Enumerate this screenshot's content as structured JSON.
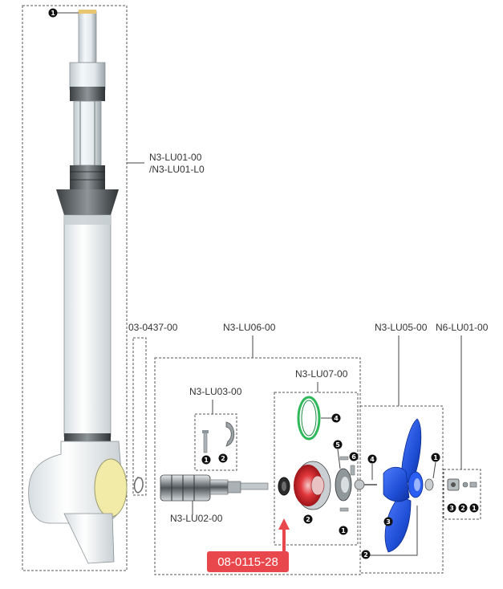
{
  "labels": {
    "lower_unit": "N3-LU01-00",
    "lower_unit_alt": "/N3-LU01-L0",
    "clip": "03-0437-00",
    "drive_assembly": "N3-LU06-00",
    "clip_kit": "N3-LU03-00",
    "bearing_kit": "N3-LU07-00",
    "shaft": "N3-LU02-00",
    "propeller": "N3-LU05-00",
    "nut_kit": "N6-LU01-00"
  },
  "callout": {
    "part_number": "08-0115-28"
  },
  "badges": {
    "b1": "1",
    "b2": "2",
    "b3": "3",
    "b4": "4",
    "b5": "5",
    "b6": "6"
  },
  "colors": {
    "callout_red": "#e8474c",
    "propeller_blue": "#1f4fd6",
    "oring_green": "#2fb85a",
    "housing_red": "#d9262b"
  }
}
